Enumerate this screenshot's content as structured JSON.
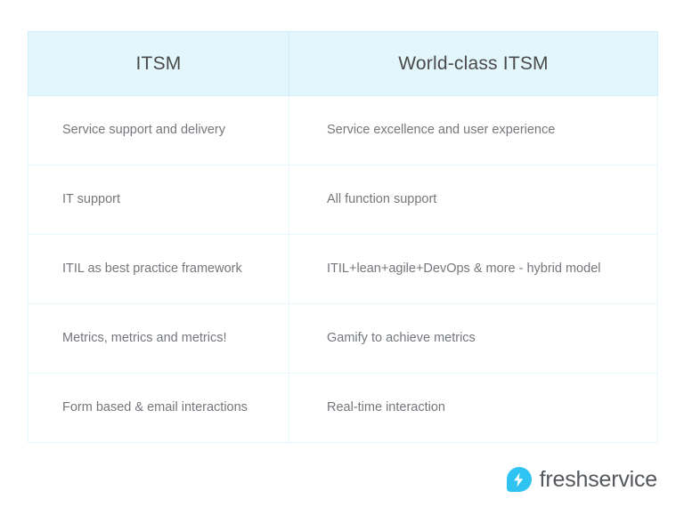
{
  "table": {
    "columns": [
      {
        "key": "itsm",
        "label": "ITSM"
      },
      {
        "key": "world_class_itsm",
        "label": "World-class ITSM"
      }
    ],
    "rows": [
      {
        "itsm": "Service support and delivery",
        "world_class_itsm": "Service excellence and user experience"
      },
      {
        "itsm": "IT support",
        "world_class_itsm": "All function support"
      },
      {
        "itsm": "ITIL as best practice framework",
        "world_class_itsm": "ITIL+lean+agile+DevOps & more - hybrid model"
      },
      {
        "itsm": "Metrics, metrics and metrics!",
        "world_class_itsm": "Gamify to achieve metrics"
      },
      {
        "itsm": "Form based & email interactions",
        "world_class_itsm": "Real-time interaction"
      }
    ]
  },
  "brand": {
    "name": "freshservice",
    "mark_icon": "lightning-bolt-icon",
    "mark_color": "#2ec3f1",
    "name_color": "#54585c"
  },
  "colors": {
    "page_background": "#ffffff",
    "header_background": "#e3f6fc",
    "table_border": "#cdeefa",
    "row_border": "#e8f7fd",
    "header_text": "#4a4a4a",
    "body_text": "#74777b"
  }
}
